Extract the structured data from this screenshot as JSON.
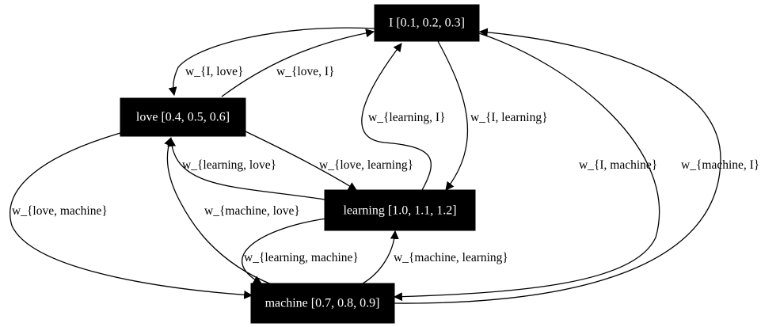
{
  "diagram": {
    "nodes": {
      "I": "I [0.1, 0.2, 0.3]",
      "love": "love [0.4, 0.5, 0.6]",
      "learning": "learning [1.0, 1.1, 1.2]",
      "machine": "machine [0.7, 0.8, 0.9]"
    },
    "edges": {
      "I_love": "w_{I, love}",
      "love_I": "w_{love, I}",
      "learning_I": "w_{learning, I}",
      "I_learning": "w_{I, learning}",
      "learning_love": "w_{learning, love}",
      "love_learning": "w_{love, learning}",
      "I_machine": "w_{I, machine}",
      "machine_I": "w_{machine, I}",
      "love_machine": "w_{love, machine}",
      "machine_love": "w_{machine, love}",
      "learning_machine": "w_{learning, machine}",
      "machine_learning": "w_{machine, learning}"
    },
    "colors": {
      "node_fill": "#000000",
      "node_text": "#ffffff",
      "edge": "#000000"
    }
  }
}
